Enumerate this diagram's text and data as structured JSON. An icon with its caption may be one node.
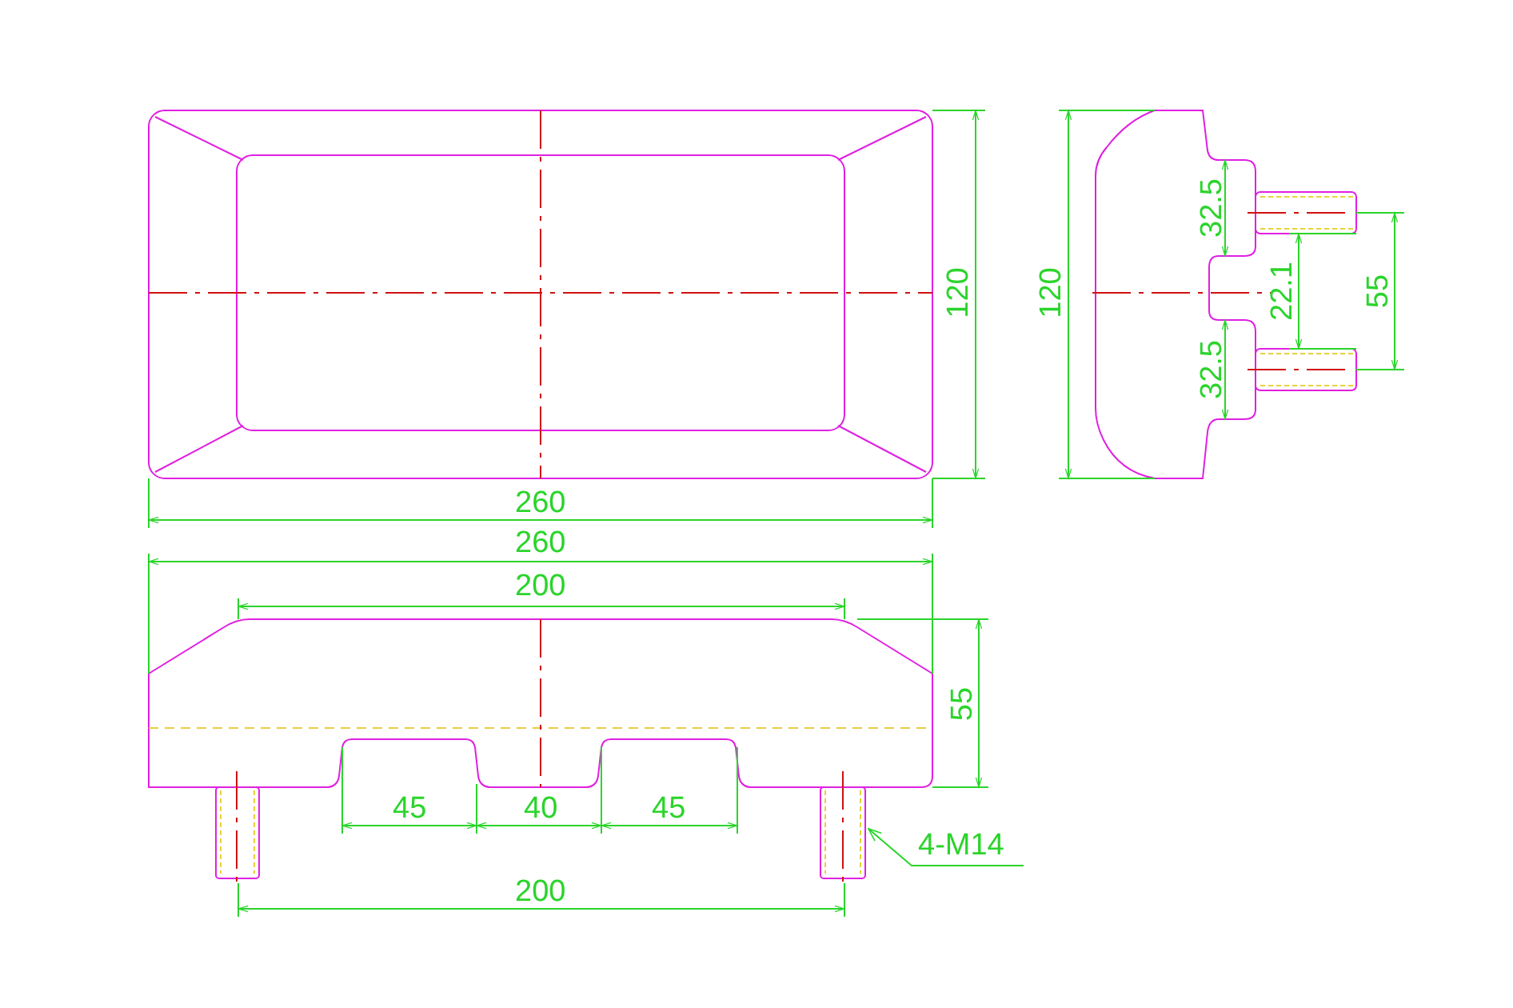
{
  "diagram": {
    "nodes": [
      {
        "text": [
          "4-M14"
        ]
      },
      {
        "text": [],
        "shape": "picture"
      }
    ],
    "edges": [
      {
        "from": 0,
        "to": 1,
        "arrow": "to"
      }
    ],
    "labels": [
      "120",
      "260",
      "120",
      "32.5",
      "22.1",
      "55",
      "32.5",
      "260",
      "200",
      "55",
      "45",
      "40",
      "45",
      "200"
    ]
  }
}
